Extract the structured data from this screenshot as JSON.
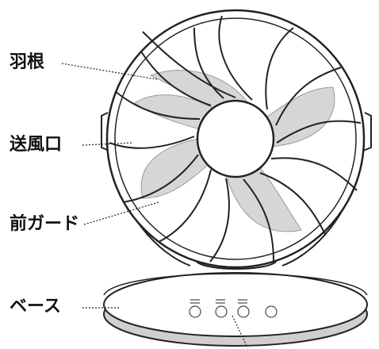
{
  "labels": {
    "blade": "羽根",
    "outlet": "送風口",
    "front_guard": "前ガード",
    "base": "ベース"
  },
  "colors": {
    "line": "#222222",
    "blade_fill": "#d6d6d6",
    "base_shadow": "#cfcfcf"
  }
}
